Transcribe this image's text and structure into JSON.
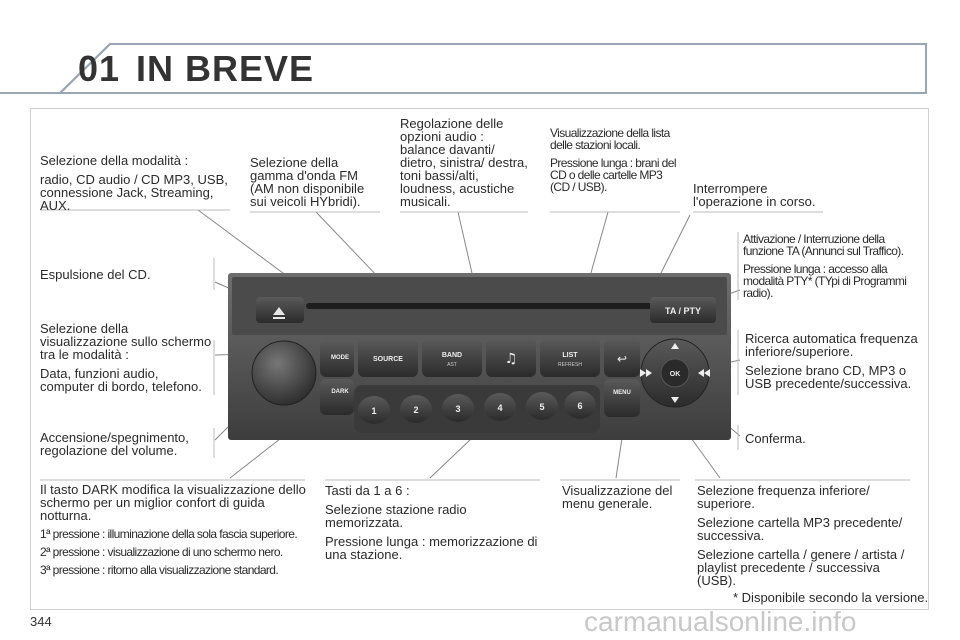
{
  "header": {
    "chapter_number": "01",
    "title": "IN BREVE"
  },
  "page_number": "344",
  "footnote": "* Disponibile secondo la versione.",
  "watermark": "carmanualsonline.info",
  "captions": {
    "mode": [
      "Selezione della modalità :",
      "radio, CD audio / CD MP3, USB, connessione Jack, Streaming, AUX."
    ],
    "band": [
      "Selezione della gamma d'onda FM (AM non disponibile sui veicoli HYbridi)."
    ],
    "audio": [
      "Regolazione delle opzioni audio : balance davanti/ dietro, sinistra/ destra, toni bassi/alti, loudness, acustiche musicali."
    ],
    "list": [
      "Visualizzazione della lista delle stazioni locali.",
      "Pressione lunga : brani del CD o delle cartelle MP3 (CD / USB)."
    ],
    "back": [
      "Interrompere l'operazione in corso."
    ],
    "ta": [
      "Attivazione / Interruzione della funzione TA (Annunci sul Traffico).",
      "Pressione lunga : accesso alla modalità PTY* (TYpi di Programmi radio)."
    ],
    "eject": [
      "Espulsione del CD."
    ],
    "display": [
      "Selezione della visualizzazione sullo schermo tra le modalità :",
      "Data, funzioni audio, computer di bordo, telefono."
    ],
    "power": [
      "Accensione/spegnimento, regolazione del volume."
    ],
    "seek": [
      "Ricerca automatica frequenza inferiore/superiore.",
      "Selezione brano CD, MP3 o USB precedente/successiva."
    ],
    "ok": [
      "Conferma."
    ],
    "dark": [
      "Il tasto DARK modifica la visualizzazione dello schermo per un miglior confort di guida notturna.",
      "1ª pressione : illuminazione della sola fascia superiore.",
      "2ª pressione : visualizzazione di uno schermo nero.",
      "3ª pressione : ritorno alla visualizzazione standard."
    ],
    "presets": [
      "Tasti da 1 a 6 :",
      "Selezione stazione radio memorizzata.",
      "Pressione lunga : memorizzazione di una stazione."
    ],
    "menu": [
      "Visualizzazione del menu generale."
    ],
    "updown": [
      "Selezione frequenza inferiore/ superiore.",
      "Selezione cartella MP3 precedente/ successiva.",
      "Selezione cartella / genere / artista / playlist precedente / successiva (USB)."
    ]
  },
  "radio_labels": {
    "source": "SOURCE",
    "band": "BAND",
    "band_sub": "AST",
    "list": "LIST",
    "list_sub": "REFRESH",
    "mode": "MODE",
    "dark": "DARK",
    "menu": "MENU",
    "ta_pty": "TA / PTY",
    "ok": "OK",
    "presets": [
      "1",
      "2",
      "3",
      "4",
      "5",
      "6"
    ]
  }
}
